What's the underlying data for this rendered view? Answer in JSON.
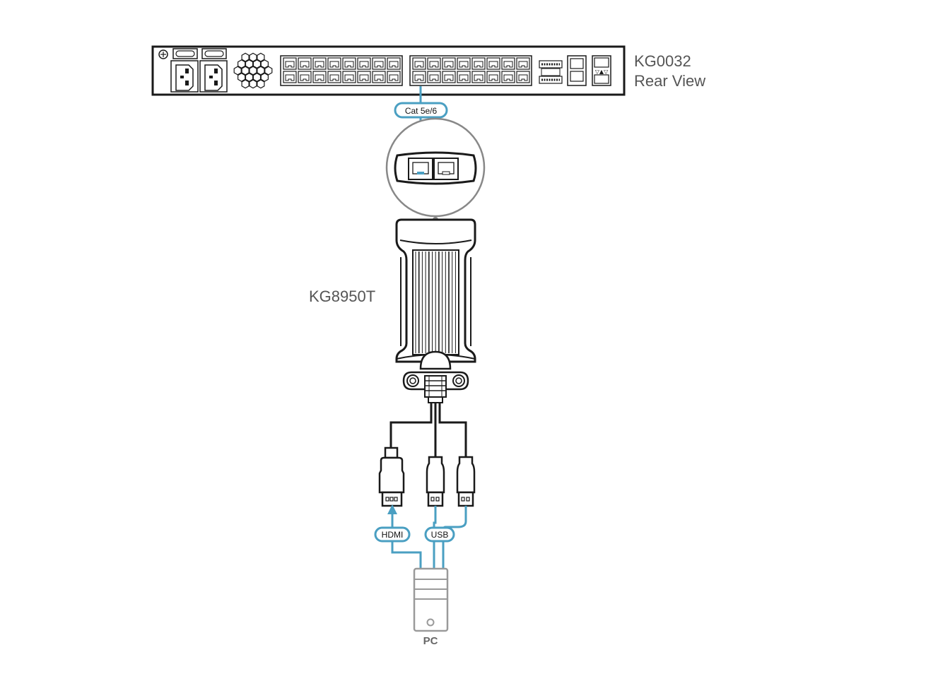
{
  "switch": {
    "model": "KG0032",
    "view": "Rear View"
  },
  "adapter": {
    "model": "KG8950T"
  },
  "cables": {
    "cat": "Cat 5e/6",
    "hdmi": "HDMI",
    "usb": "USB"
  },
  "computer": {
    "label": "PC"
  },
  "colors": {
    "cable": "#4a9fc2",
    "outline": "#1a1a1a",
    "pc_outline": "#9a9a9a",
    "label_text": "#555555"
  }
}
